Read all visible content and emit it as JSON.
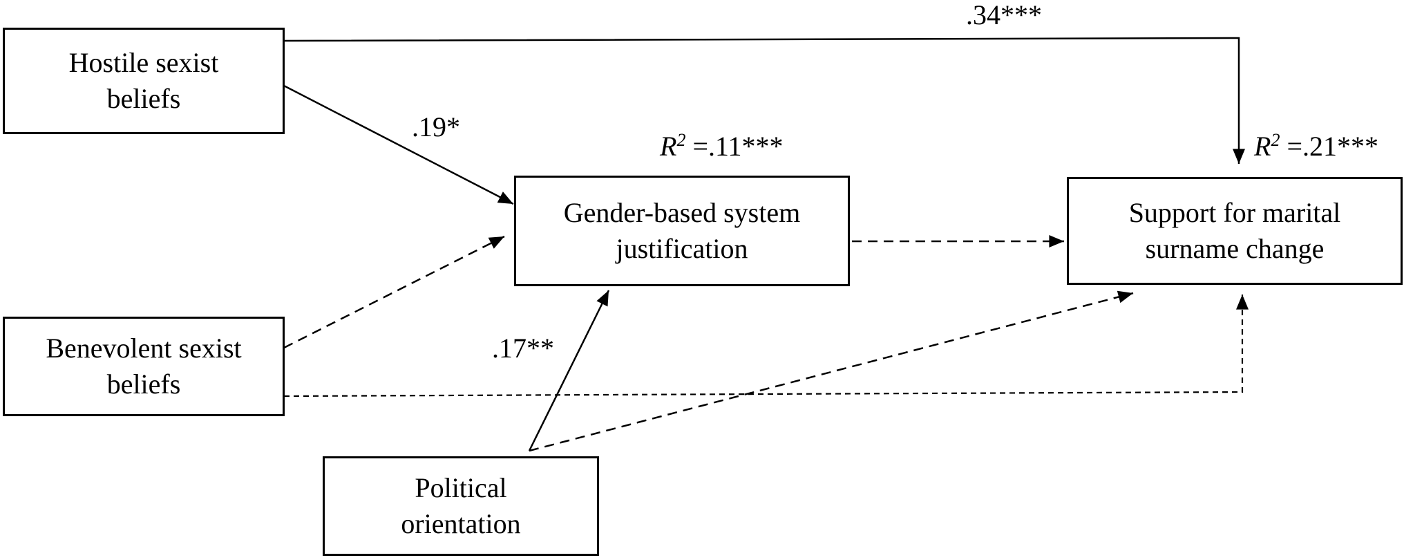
{
  "nodes": {
    "hostile": "Hostile sexist\nbeliefs",
    "benevolent": "Benevolent sexist\nbeliefs",
    "political": "Political\norientation",
    "gbsj": "Gender-based system\njustification",
    "surname": "Support for marital\nsurname change"
  },
  "paths": {
    "hostile_to_surname": ".34***",
    "hostile_to_gbsj": ".19*",
    "political_to_gbsj": ".17**"
  },
  "r2": {
    "symbol": "R",
    "exponent": "2",
    "gbsj_value": " =.11***",
    "surname_value": " =.21***"
  }
}
